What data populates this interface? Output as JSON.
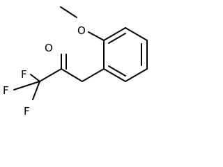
{
  "colors": {
    "background": "#ffffff",
    "ink": "#000000"
  },
  "molecule": {
    "atoms": {
      "methoxy_oxygen": "O",
      "carbonyl_oxygen": "O",
      "fluorine_top": "F",
      "fluorine_left": "F",
      "fluorine_bottom": "F"
    }
  }
}
